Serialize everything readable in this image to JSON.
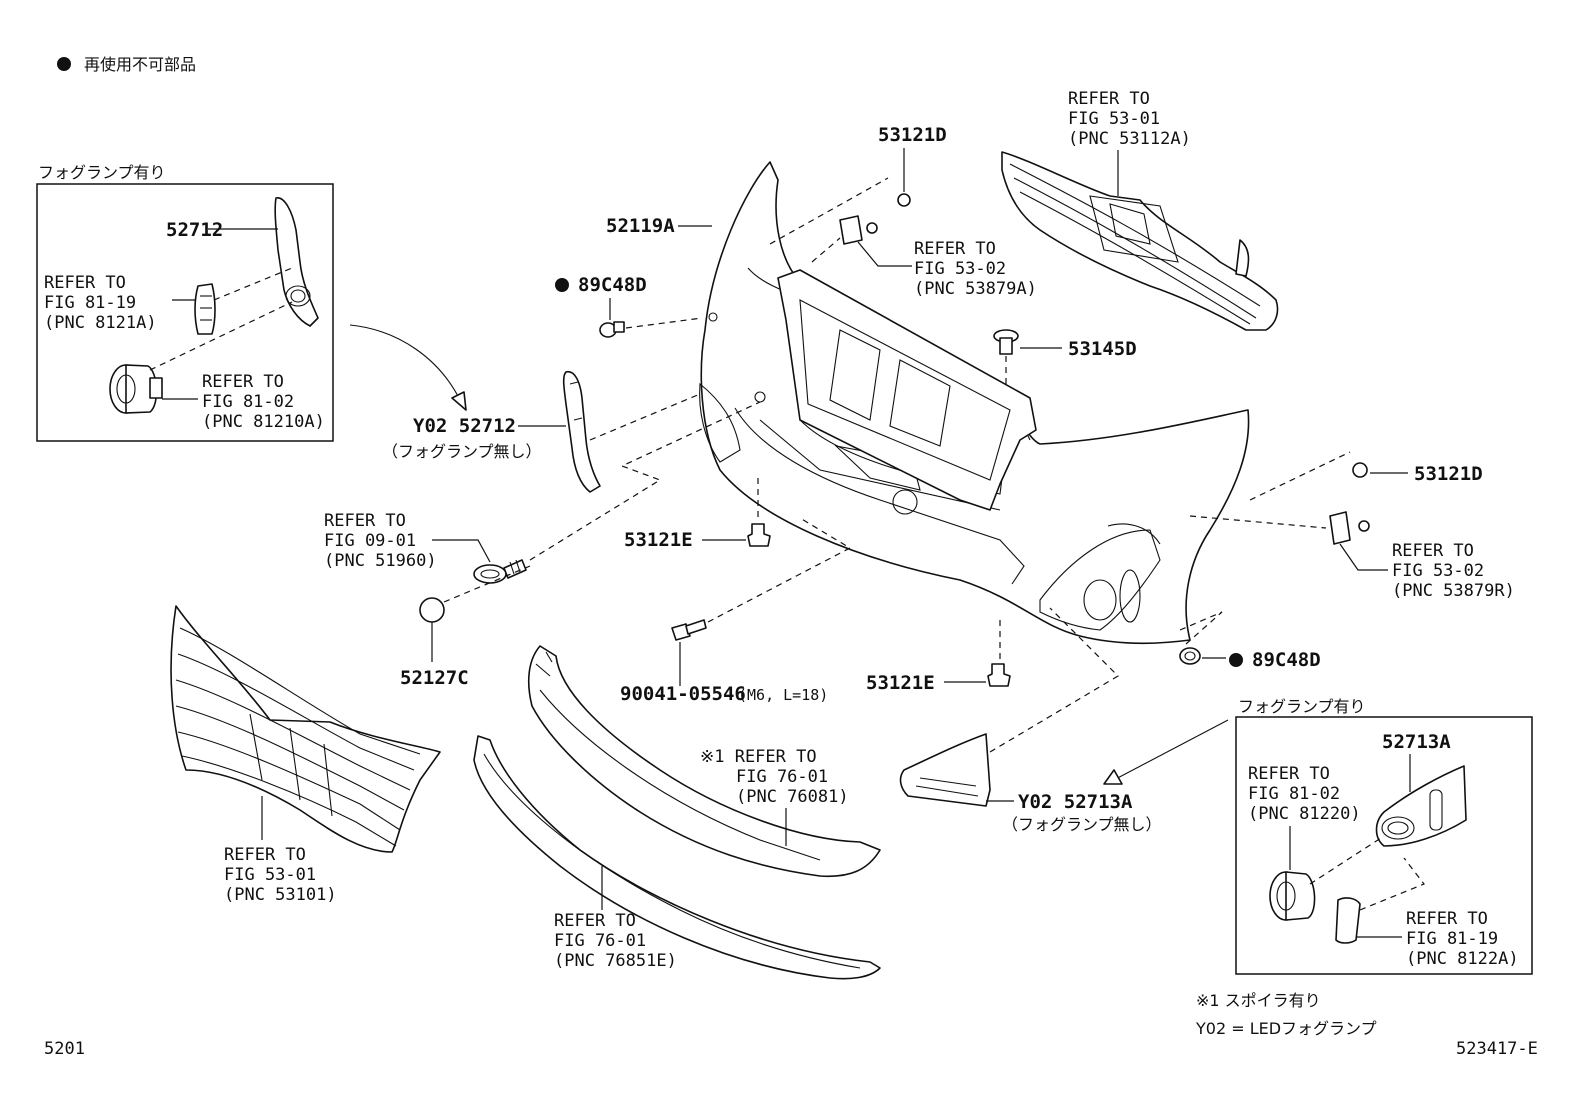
{
  "legend": {
    "non_reusable_label": "再使用不可部品"
  },
  "boxes": {
    "left_title": "フォグランプ有り",
    "right_title": "フォグランプ有り"
  },
  "labels": {
    "p52712": "52712",
    "ref_fig81_19_left": [
      "REFER TO",
      "FIG 81-19",
      "(PNC 8121A)"
    ],
    "ref_fig81_02_left": [
      "REFER TO",
      "FIG 81-02",
      "(PNC 81210A)"
    ],
    "y02_52712": "Y02 52712",
    "y02_52712_note": "（フォグランプ無し）",
    "p52119a": "52119A",
    "p89c48d_top": "89C48D",
    "p53121d_top": "53121D",
    "ref_fig53_02_a": [
      "REFER TO",
      "FIG 53-02",
      "(PNC 53879A)"
    ],
    "ref_fig53_01_top": [
      "REFER TO",
      "FIG 53-01",
      "(PNC 53112A)"
    ],
    "p53145d": "53145D",
    "p53121d_right": "53121D",
    "ref_fig53_02_r": [
      "REFER TO",
      "FIG 53-02",
      "(PNC 53879R)"
    ],
    "ref_fig09_01": [
      "REFER TO",
      "FIG 09-01",
      "(PNC 51960)"
    ],
    "p53121e_mid": "53121E",
    "p52127c": "52127C",
    "bolt": "90041-05546",
    "bolt_spec": "(M6, L=18)",
    "p53121e_low": "53121E",
    "p89c48d_right": "89C48D",
    "ref_fig53_01_grille": [
      "REFER TO",
      "FIG 53-01",
      "(PNC 53101)"
    ],
    "ref_fig76_01_spoiler": [
      "※1 REFER TO",
      "FIG 76-01",
      "(PNC 76081)"
    ],
    "ref_fig76_01_lower": [
      "REFER TO",
      "FIG 76-01",
      "(PNC 76851E)"
    ],
    "y02_52713a": "Y02 52713A",
    "y02_52713a_note": "（フォグランプ無し）",
    "p52713a": "52713A",
    "ref_fig81_02_right": [
      "REFER TO",
      "FIG 81-02",
      "(PNC 81220)"
    ],
    "ref_fig81_19_right": [
      "REFER TO",
      "FIG 81-19",
      "(PNC 8122A)"
    ]
  },
  "notes": {
    "spoiler_note": "※1 スポイラ有り",
    "y02_note": "Y02 = LEDフォグランプ"
  },
  "footer": {
    "page_code": "5201",
    "illustration_id": "523417-E"
  }
}
